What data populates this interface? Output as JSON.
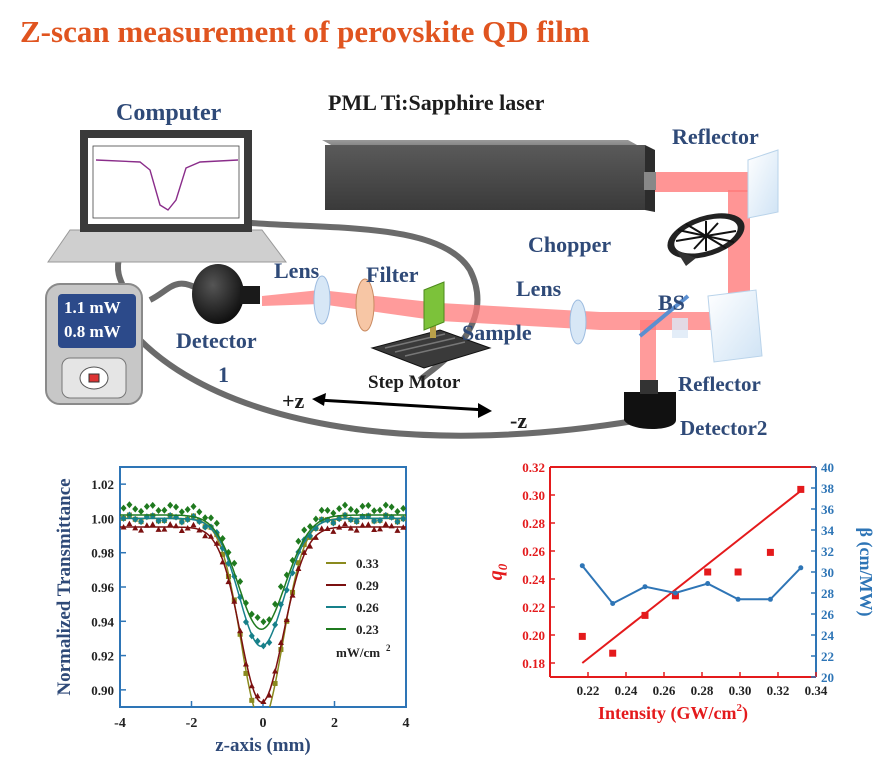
{
  "title": "Z-scan measurement of perovskite QD film",
  "setup": {
    "laser": "PML Ti:Sapphire laser",
    "computer": "Computer",
    "reflector_top": "Reflector",
    "chopper": "Chopper",
    "lens_left": "Lens",
    "filter": "Filter",
    "lens_right": "Lens",
    "bs": "BS",
    "sample": "Sample",
    "detector1_a": "Detector",
    "detector1_b": "1",
    "step_motor": "Step Motor",
    "reflector_bottom": "Reflector",
    "detector2": "Detector2",
    "plus_z": "+z",
    "minus_z": "-z",
    "power_meter": {
      "reading1": "1.1 mW",
      "reading2": "0.8 mW"
    }
  },
  "colors": {
    "title": "#e0541f",
    "label": "#2f4a78",
    "beam": "#ff6b6b",
    "axis_blue": "#2e75b6",
    "axis_red": "#e41a1c"
  },
  "chart_data": [
    {
      "type": "line",
      "xlabel": "z-axis (mm)",
      "ylabel": "Normalized Transmittance",
      "xlim": [
        -4,
        4
      ],
      "ylim": [
        0.89,
        1.03
      ],
      "xticks": [
        "-4",
        "-2",
        "0",
        "2",
        "4"
      ],
      "yticks": [
        "0.90",
        "0.92",
        "0.94",
        "0.96",
        "0.98",
        "1.00",
        "1.02"
      ],
      "legend": [
        "0.33",
        "0.29",
        "0.26",
        "0.23"
      ],
      "legend_unit": "mW/cm",
      "legend_unit_sup": "2",
      "series": [
        {
          "name": "0.33",
          "color": "#8a8a1e",
          "dip": 0.103,
          "base": 1.0,
          "width": 0.6
        },
        {
          "name": "0.29",
          "color": "#7b1010",
          "dip": 0.089,
          "base": 0.995,
          "width": 0.62
        },
        {
          "name": "0.26",
          "color": "#17808a",
          "dip": 0.065,
          "base": 1.0,
          "width": 0.65
        },
        {
          "name": "0.23",
          "color": "#1f7a1f",
          "dip": 0.058,
          "base": 1.002,
          "width": 0.68
        }
      ]
    },
    {
      "type": "scatter",
      "xlabel": "Intensity (GW/cm",
      "xlabel_sup": "2",
      "xlabel_end": ")",
      "ylabel_left": "q",
      "ylabel_left_sub": "0",
      "ylabel_right": "β (cm/MW)",
      "xlim": [
        0.2,
        0.34
      ],
      "ylim_left": [
        0.17,
        0.32
      ],
      "ylim_right": [
        20,
        40
      ],
      "xticks": [
        "0.22",
        "0.24",
        "0.26",
        "0.28",
        "0.30",
        "0.32",
        "0.34"
      ],
      "yticks_left": [
        "0.18",
        "0.20",
        "0.22",
        "0.24",
        "0.26",
        "0.28",
        "0.30",
        "0.32"
      ],
      "yticks_right": [
        "20",
        "22",
        "24",
        "26",
        "28",
        "30",
        "32",
        "34",
        "36",
        "38",
        "40"
      ],
      "q0": {
        "x": [
          0.217,
          0.233,
          0.25,
          0.266,
          0.283,
          0.299,
          0.316,
          0.332
        ],
        "y": [
          0.199,
          0.187,
          0.214,
          0.228,
          0.245,
          0.245,
          0.259,
          0.304
        ]
      },
      "q0_fit": {
        "x": [
          0.217,
          0.332
        ],
        "y": [
          0.18,
          0.303
        ]
      },
      "beta": {
        "x": [
          0.217,
          0.233,
          0.25,
          0.266,
          0.283,
          0.299,
          0.316,
          0.332
        ],
        "y": [
          30.6,
          27.0,
          28.6,
          28.0,
          28.9,
          27.4,
          27.4,
          30.4
        ]
      }
    }
  ]
}
